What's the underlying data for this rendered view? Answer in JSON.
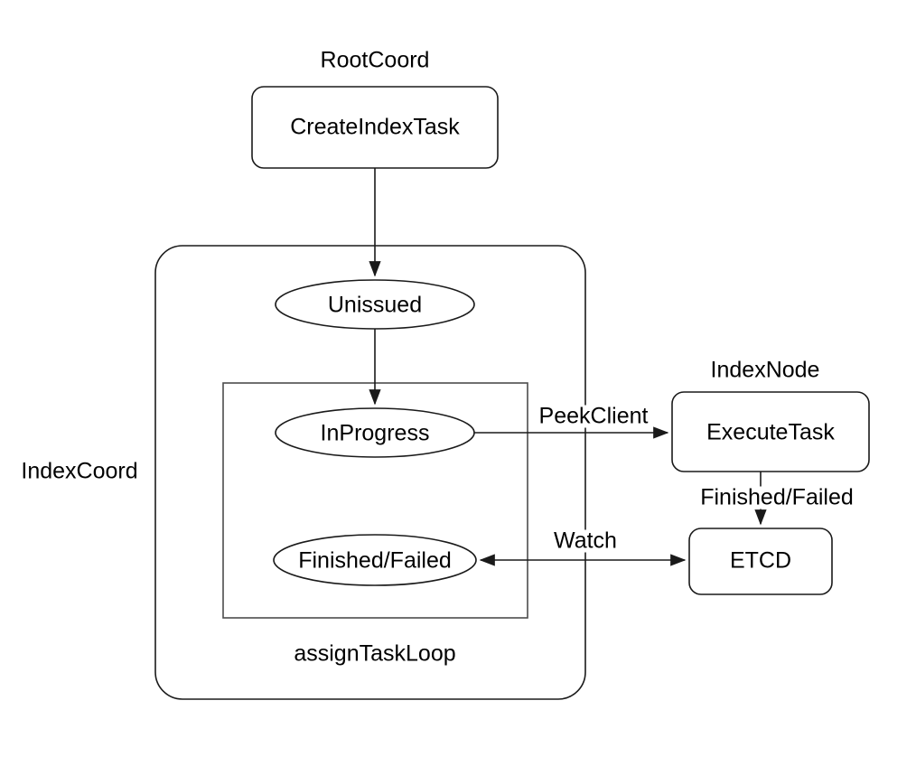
{
  "diagram": {
    "type": "flow-state-diagram",
    "background_color": "#ffffff",
    "stroke_color": "#1a1a1a",
    "text_color": "#000000",
    "groups": [
      {
        "id": "rootcoord",
        "label": "RootCoord"
      },
      {
        "id": "indexcoord",
        "label": "IndexCoord"
      },
      {
        "id": "assigntaskloop",
        "label": "assignTaskLoop"
      },
      {
        "id": "indexnode",
        "label": "IndexNode"
      }
    ],
    "nodes": [
      {
        "id": "createindextask",
        "label": "CreateIndexTask",
        "shape": "rounded-rect",
        "group": "rootcoord"
      },
      {
        "id": "unissued",
        "label": "Unissued",
        "shape": "ellipse",
        "group": "indexcoord"
      },
      {
        "id": "inprogress",
        "label": "InProgress",
        "shape": "ellipse",
        "group": "assigntaskloop"
      },
      {
        "id": "finishedfailed",
        "label": "Finished/Failed",
        "shape": "ellipse",
        "group": "assigntaskloop"
      },
      {
        "id": "executetask",
        "label": "ExecuteTask",
        "shape": "rounded-rect",
        "group": "indexnode"
      },
      {
        "id": "etcd",
        "label": "ETCD",
        "shape": "rounded-rect",
        "group": "indexnode"
      }
    ],
    "edges": [
      {
        "id": "e1",
        "from": "createindextask",
        "to": "unissued",
        "label": "",
        "direction": "forward"
      },
      {
        "id": "e2",
        "from": "unissued",
        "to": "inprogress",
        "label": "",
        "direction": "forward"
      },
      {
        "id": "e3",
        "from": "inprogress",
        "to": "executetask",
        "label": "PeekClient",
        "direction": "forward"
      },
      {
        "id": "e4",
        "from": "executetask",
        "to": "etcd",
        "label": "Finished/Failed",
        "direction": "forward"
      },
      {
        "id": "e5",
        "from": "etcd",
        "to": "finishedfailed",
        "label": "Watch",
        "direction": "both"
      }
    ]
  }
}
